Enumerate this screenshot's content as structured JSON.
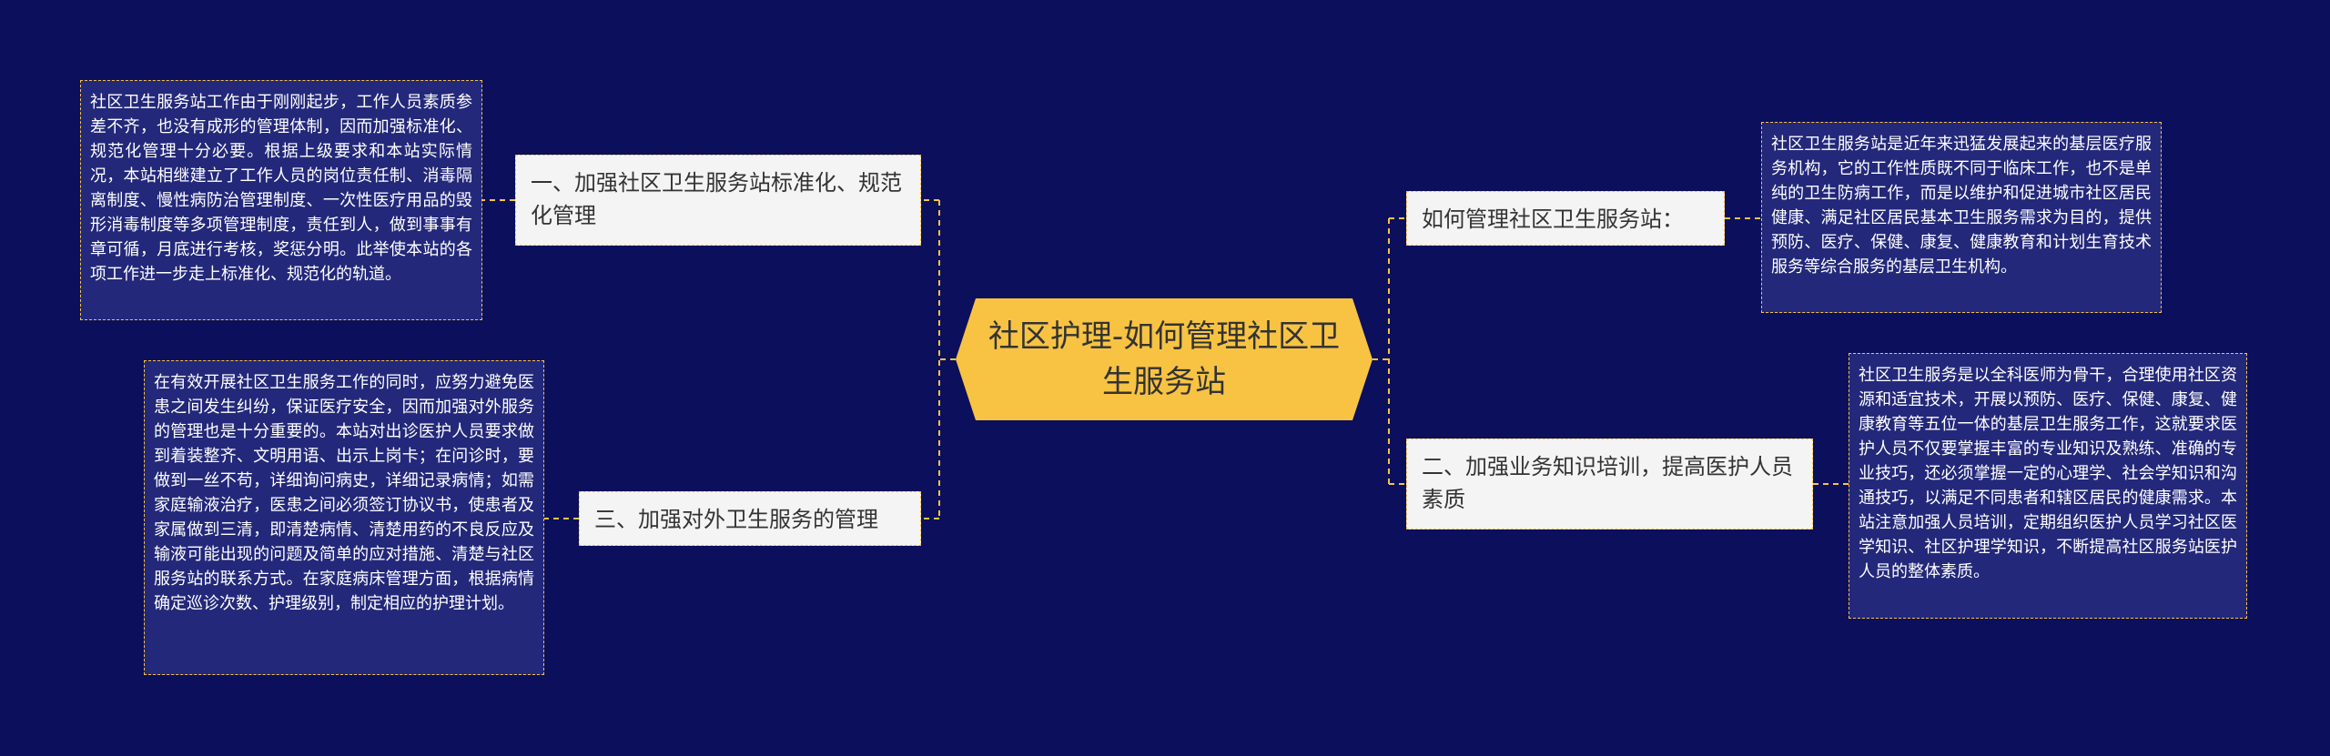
{
  "colors": {
    "background": "#0b0f5c",
    "central_fill": "#f8c343",
    "topic_fill": "#f4f4f4",
    "note_fill": "#23287a",
    "connector": "#f8c343"
  },
  "central": {
    "title": "社区护理-如何管理社区卫生服务站"
  },
  "topics": {
    "standardize": {
      "label": "一、加强社区卫生服务站标准化、规范化管理",
      "note": "社区卫生服务站工作由于刚刚起步，工作人员素质参差不齐，也没有成形的管理体制，因而加强标准化、规范化管理十分必要。根据上级要求和本站实际情况，本站相继建立了工作人员的岗位责任制、消毒隔离制度、慢性病防治管理制度、一次性医疗用品的毁形消毒制度等多项管理制度，责任到人，做到事事有章可循，月底进行考核，奖惩分明。此举使本站的各项工作进一步走上标准化、规范化的轨道。"
    },
    "external": {
      "label": "三、加强对外卫生服务的管理",
      "note": "在有效开展社区卫生服务工作的同时，应努力避免医患之间发生纠纷，保证医疗安全，因而加强对外服务的管理也是十分重要的。本站对出诊医护人员要求做到着装整齐、文明用语、出示上岗卡；在问诊时，要做到一丝不苟，详细询问病史，详细记录病情；如需家庭输液治疗，医患之间必须签订协议书，使患者及家属做到三清，即清楚病情、清楚用药的不良反应及输液可能出现的问题及简单的应对措施、清楚与社区服务站的联系方式。在家庭病床管理方面，根据病情确定巡诊次数、护理级别，制定相应的护理计划。"
    },
    "how": {
      "label": "如何管理社区卫生服务站：",
      "note": "社区卫生服务站是近年来迅猛发展起来的基层医疗服务机构，它的工作性质既不同于临床工作，也不是单纯的卫生防病工作，而是以维护和促进城市社区居民健康、满足社区居民基本卫生服务需求为目的，提供预防、医疗、保健、康复、健康教育和计划生育技术服务等综合服务的基层卫生机构。"
    },
    "training": {
      "label": "二、加强业务知识培训，提高医护人员素质",
      "note": "社区卫生服务是以全科医师为骨干，合理使用社区资源和适宜技术，开展以预防、医疗、保健、康复、健康教育等五位一体的基层卫生服务工作，这就要求医护人员不仅要掌握丰富的专业知识及熟练、准确的专业技巧，还必须掌握一定的心理学、社会学知识和沟通技巧，以满足不同患者和辖区居民的健康需求。本站注意加强人员培训，定期组织医护人员学习社区医学知识、社区护理学知识，不断提高社区服务站医护人员的整体素质。"
    }
  }
}
